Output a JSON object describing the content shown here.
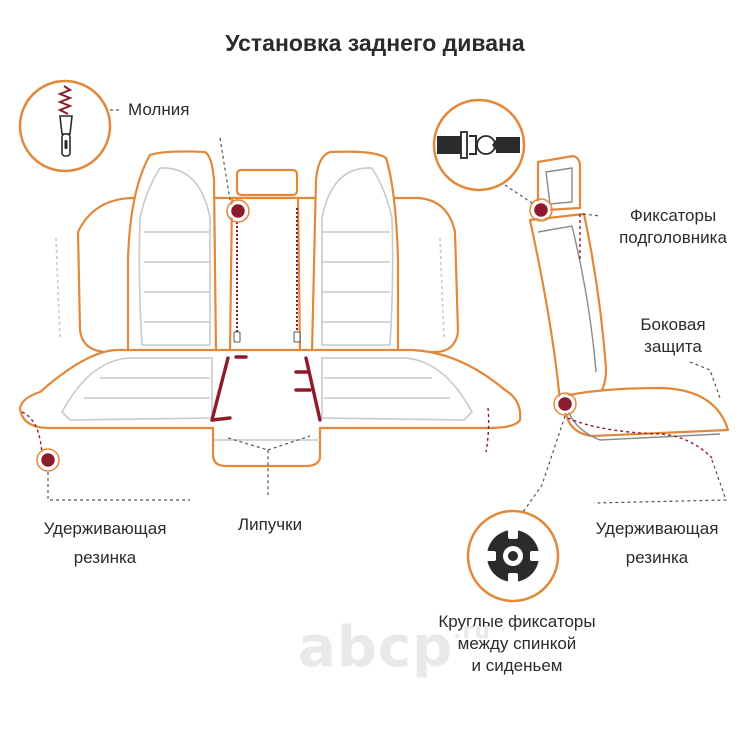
{
  "title": "Установка заднего дивана",
  "colors": {
    "outline": "#e2883a",
    "accent": "#8e1b2b",
    "inner": "#c9c9c9",
    "dark": "#2b2b2b",
    "dash": "#555555"
  },
  "labels": {
    "zipper": "Молния",
    "headrest_clips": [
      "Фиксаторы",
      "подголовника"
    ],
    "side_protection": [
      "Боковая",
      "защита"
    ],
    "elastic_left": [
      "Удерживающая",
      "резинка"
    ],
    "velcro": "Липучки",
    "elastic_right": [
      "Удерживающая",
      "резинка"
    ],
    "round_clips": [
      "Круглые фиксаторы",
      "между спинкой",
      "и сиденьем"
    ]
  },
  "watermark": {
    "text": "abcp",
    "suffix": ".ru"
  },
  "icons": [
    "zipper-icon",
    "buckle-icon",
    "round-fixator-icon"
  ]
}
